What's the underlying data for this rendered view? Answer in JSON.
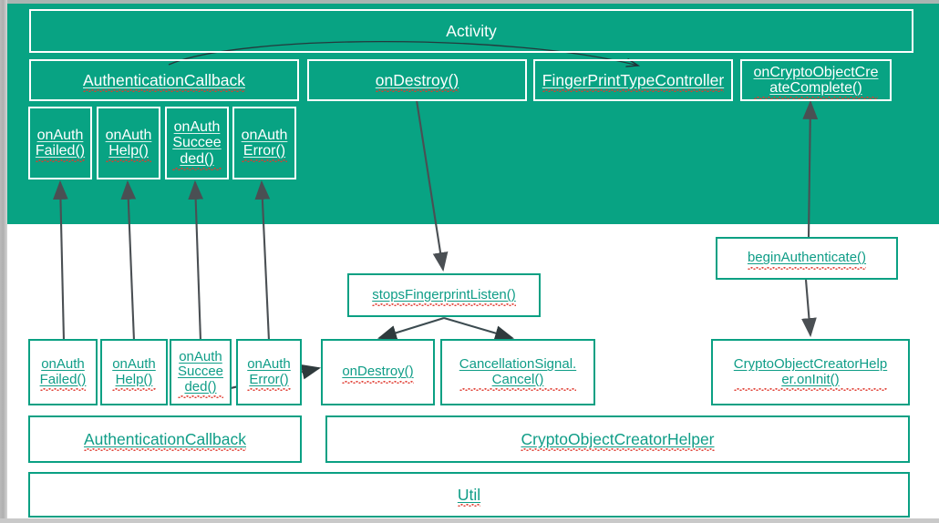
{
  "diagram": {
    "title": "Fingerprint authentication class/call flow diagram",
    "colors": {
      "band": "#08a383",
      "box_stroke_on_band": "#ffffff",
      "box_stroke_on_white": "#0aa083",
      "text_on_band": "#ffffff",
      "text_on_white": "#0f9d87",
      "arrow": "#4a4f53",
      "spellcheck_underline": "#e03a2f",
      "page_background": "#ffffff"
    },
    "top_section": {
      "activity_header": "Activity",
      "row2": [
        {
          "label": "AuthenticationCallback"
        },
        {
          "label": "onDestroy()"
        },
        {
          "label": "FingerPrintTypeController"
        },
        {
          "label": "onCryptoObjectCre\nateComplete()"
        }
      ],
      "callbacks": [
        {
          "label": "onAuth\nFailed()"
        },
        {
          "label": "onAuth\nHelp()"
        },
        {
          "label": "onAuth\nSuccee\nded()"
        },
        {
          "label": "onAuth\nError()"
        }
      ]
    },
    "bottom_section": {
      "stops_listen": "stopsFingerprintListen()",
      "begin_authenticate": "beginAuthenticate()",
      "crypto_on_init": "CryptoObjectCreatorHelp\ner.onInit()",
      "callbacks": [
        {
          "label": "onAuth\nFailed()"
        },
        {
          "label": "onAuth\nHelp()"
        },
        {
          "label": "onAuth\nSuccee\nded()"
        },
        {
          "label": "onAuth\nError()"
        }
      ],
      "on_destroy": "onDestroy()",
      "cancellation_signal": "CancellationSignal.\nCancel()",
      "footer_left": "AuthenticationCallback",
      "footer_right": "CryptoObjectCreatorHelper",
      "footer_bottom": "Util"
    }
  }
}
